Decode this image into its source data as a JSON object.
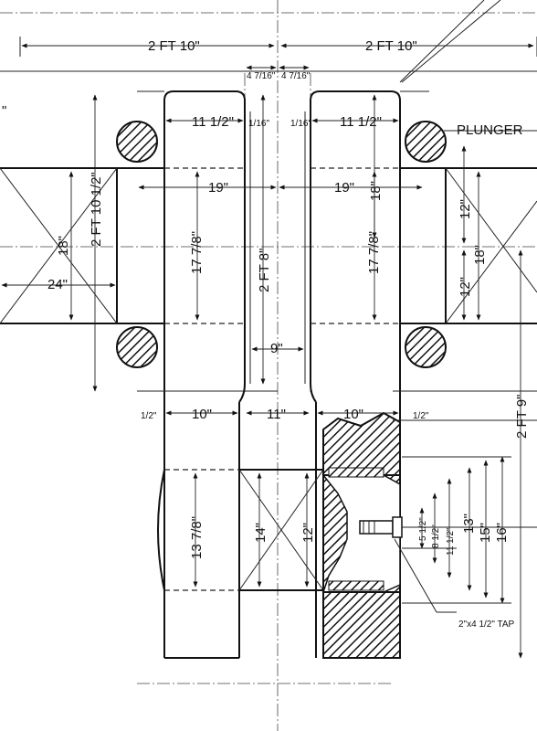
{
  "labels": {
    "top_left_span": "2 FT 10\"",
    "top_right_span": "2 FT 10\"",
    "left_4_7_16": "4 7/16\"",
    "right_4_7_16": "4 7/16\"",
    "plunger": "PLUNGER",
    "left_11_half": "11 1/2\"",
    "right_11_half": "11 1/2\"",
    "left_1_16": "1/16\"",
    "right_1_16": "1/16\"",
    "left_19": "19\"",
    "right_19": "19\"",
    "left_2ft_10_half": "2 FT 10 1/2\"",
    "left_18": "18\"",
    "right_18": "18\"",
    "right_18_upper": "18\"",
    "left_24": "24\"",
    "left_17_7_8": "17 7/8\"",
    "right_17_7_8": "17 7/8\"",
    "center_2ft_8": "2 FT 8\"",
    "right_12_upper": "12\"",
    "right_12_lower": "12\"",
    "center_9": "9\"",
    "right_2ft_9": "2 FT 9\"",
    "left_half": "1/2\"",
    "right_half": "1/2\"",
    "left_10": "10\"",
    "center_11": "11\"",
    "right_10": "10\"",
    "lower_13_7_8": "13 7/8\"",
    "lower_14": "14\"",
    "lower_12": "12\"",
    "sec_5_half": "5 1/2\"",
    "sec_8_half": "8 1/2\"",
    "sec_11_half": "11 1/2\"",
    "sec_13": "13\"",
    "sec_15": "15\"",
    "sec_16": "16\"",
    "tap_note": "2\"x4 1/2\" TAP",
    "top_left_partial": "\""
  }
}
